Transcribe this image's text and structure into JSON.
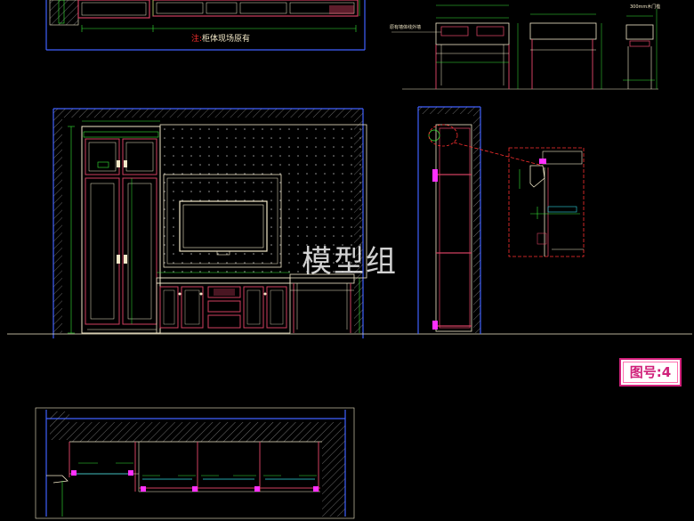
{
  "watermark": "模型组",
  "figure_tag": "图号:4",
  "note": {
    "prefix": "注:",
    "text": "柜体现场原有"
  },
  "side_label": "原有墙体线外墙",
  "tiny_label": "300mm木门槛",
  "colors": {
    "background": "#000000",
    "wall": "#4060ff",
    "cabinet": "#d04060",
    "outline": "#f2e8c8",
    "dimension": "#38e838",
    "hatch": "#8a8a8a",
    "cyan": "#30d8e0",
    "magenta": "#ff30ff",
    "tag_border": "#d0207a"
  }
}
